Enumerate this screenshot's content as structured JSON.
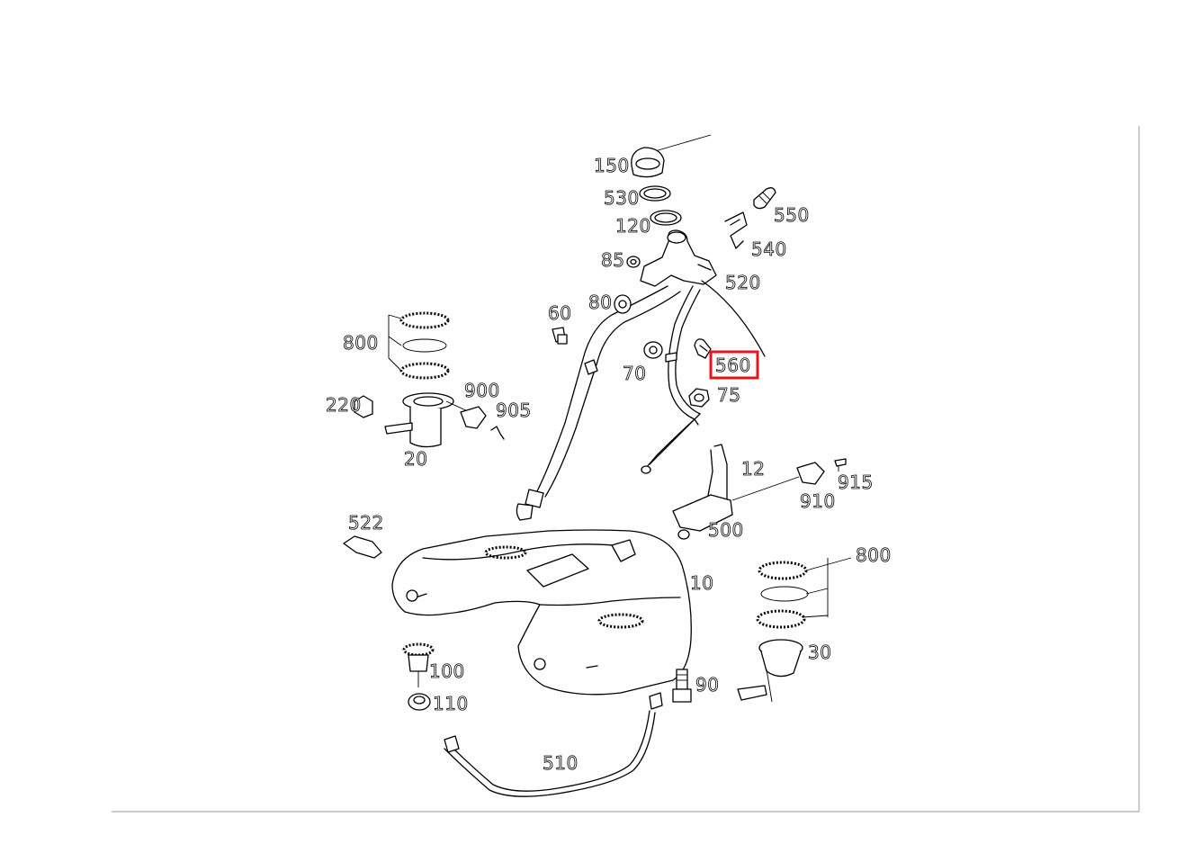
{
  "diagram": {
    "callouts": [
      {
        "id": "150",
        "label": "150"
      },
      {
        "id": "530",
        "label": "530"
      },
      {
        "id": "120",
        "label": "120"
      },
      {
        "id": "550",
        "label": "550"
      },
      {
        "id": "540",
        "label": "540"
      },
      {
        "id": "85",
        "label": "85"
      },
      {
        "id": "520",
        "label": "520"
      },
      {
        "id": "80",
        "label": "80"
      },
      {
        "id": "60",
        "label": "60"
      },
      {
        "id": "800a",
        "label": "800"
      },
      {
        "id": "70",
        "label": "70"
      },
      {
        "id": "560",
        "label": "560",
        "highlighted": true
      },
      {
        "id": "75",
        "label": "75"
      },
      {
        "id": "900",
        "label": "900"
      },
      {
        "id": "220",
        "label": "220"
      },
      {
        "id": "905",
        "label": "905"
      },
      {
        "id": "20",
        "label": "20"
      },
      {
        "id": "12",
        "label": "12"
      },
      {
        "id": "915",
        "label": "915"
      },
      {
        "id": "910",
        "label": "910"
      },
      {
        "id": "522",
        "label": "522"
      },
      {
        "id": "500",
        "label": "500"
      },
      {
        "id": "800b",
        "label": "800"
      },
      {
        "id": "10",
        "label": "10"
      },
      {
        "id": "30",
        "label": "30"
      },
      {
        "id": "100",
        "label": "100"
      },
      {
        "id": "90",
        "label": "90"
      },
      {
        "id": "110",
        "label": "110"
      },
      {
        "id": "510",
        "label": "510"
      }
    ],
    "highlight_color": "#e8141b",
    "line_color": "#000000",
    "frame_color": "#9a9a9a"
  }
}
